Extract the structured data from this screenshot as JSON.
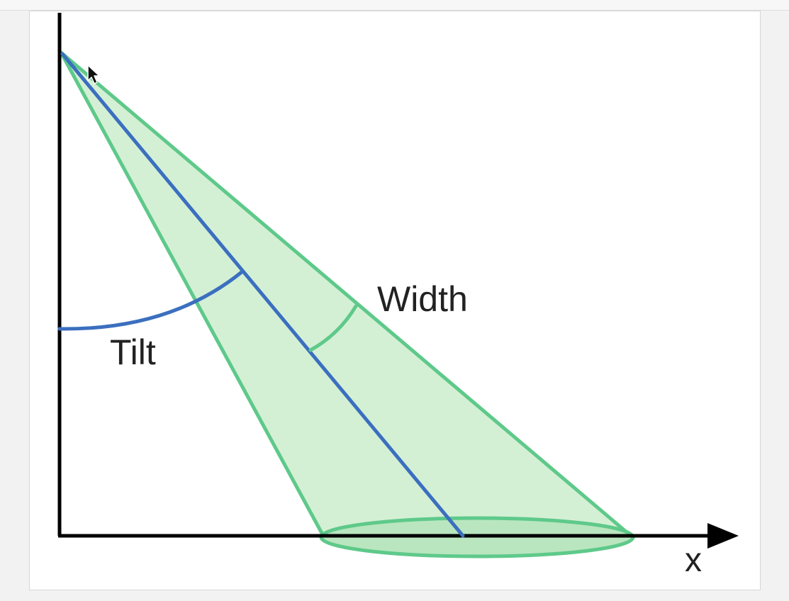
{
  "labels": {
    "width": "Width",
    "tilt": "Tilt",
    "x_axis": "x"
  },
  "colors": {
    "cone_fill": "#cfeecf",
    "cone_edge": "#5ec98a",
    "center_line": "#3b6fbf",
    "axis": "#000000"
  },
  "icons": {
    "cursor": "mouse-pointer-icon"
  }
}
